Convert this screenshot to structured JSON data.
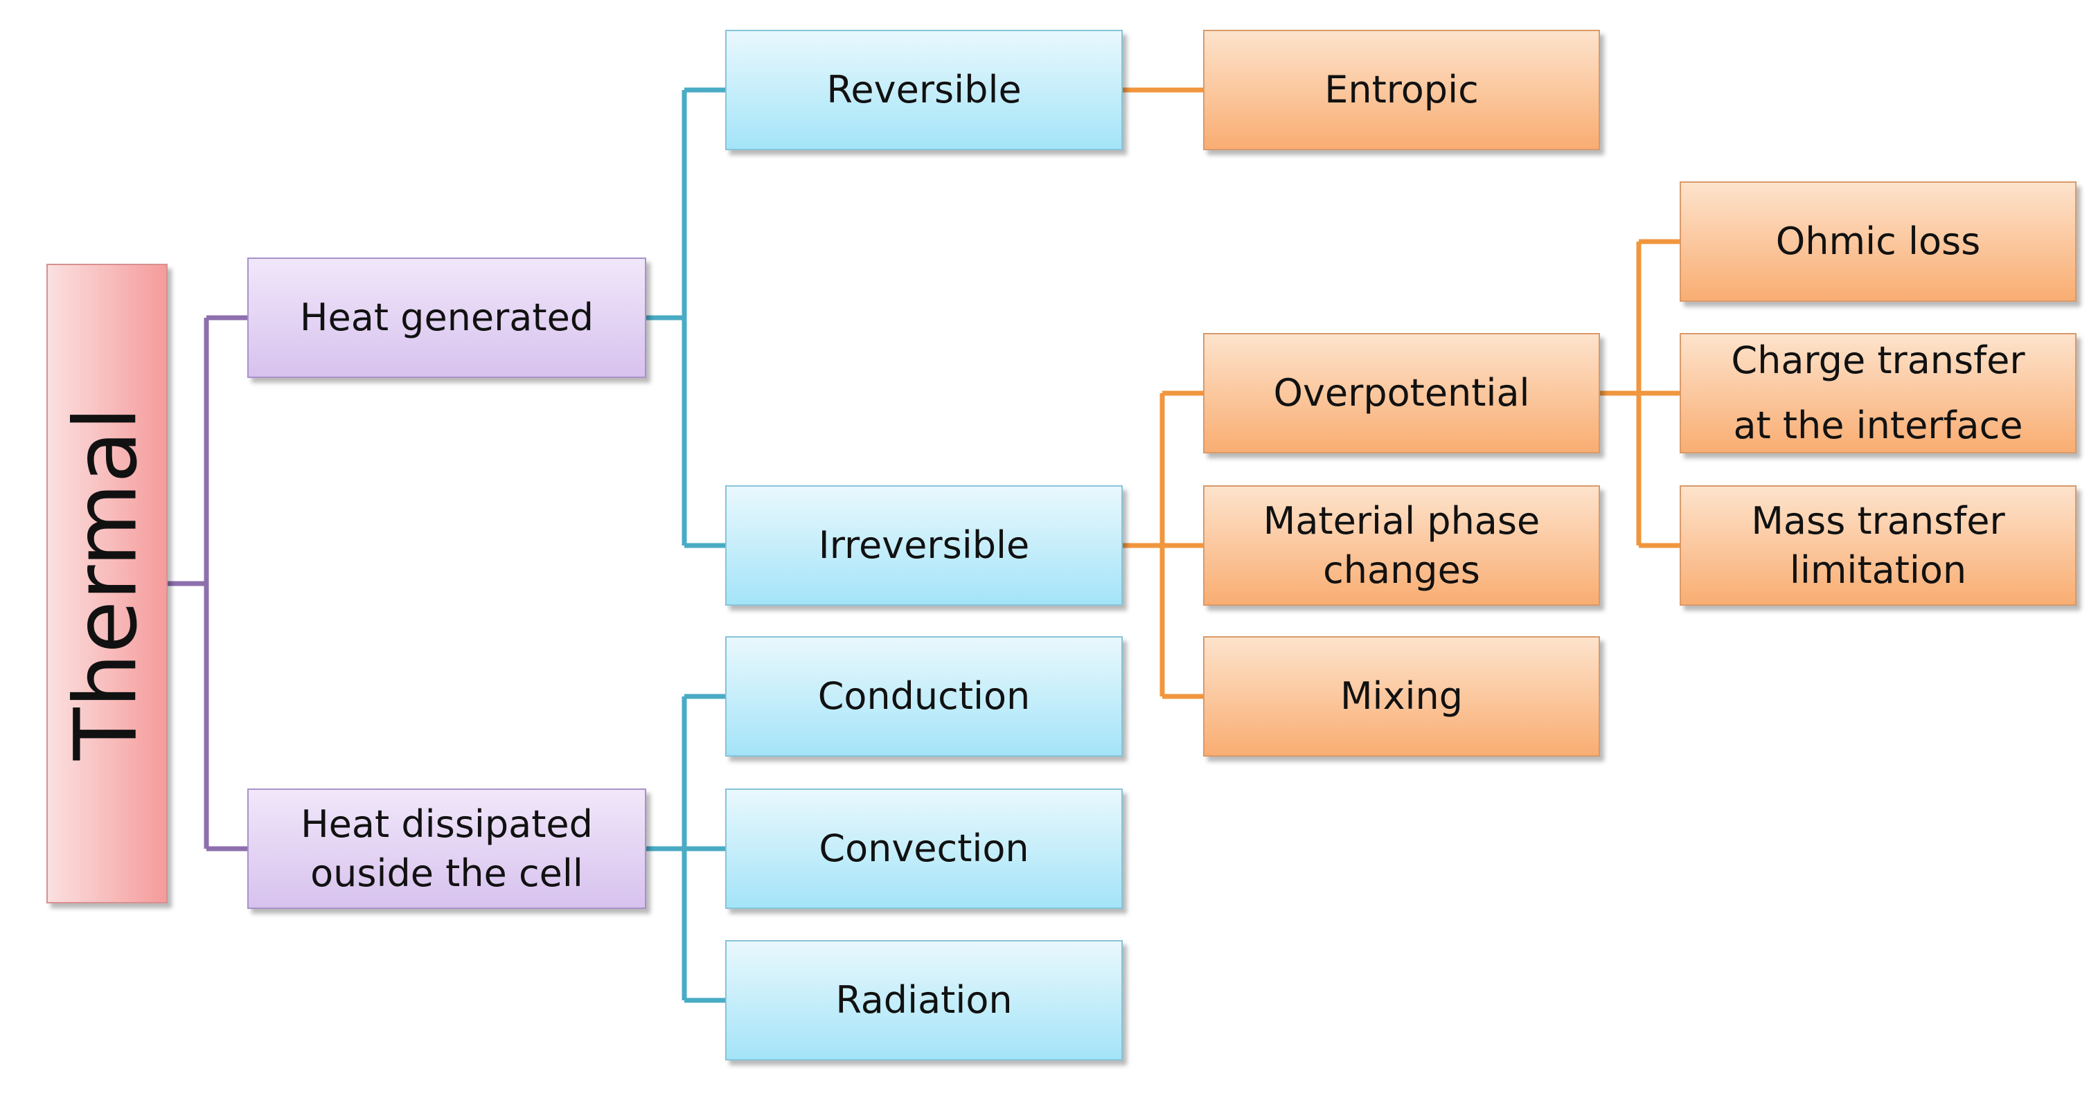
{
  "colors": {
    "purple_line": "#8e6fae",
    "blue_line": "#4aabc4",
    "orange_line": "#f0963e"
  },
  "nodes": {
    "thermal": "Thermal",
    "heat_generated": "Heat  generated",
    "heat_dissipated_line1": "Heat dissipated",
    "heat_dissipated_line2": "ouside the cell",
    "reversible": "Reversible",
    "irreversible": "Irreversible",
    "conduction": "Conduction",
    "convection": "Convection",
    "radiation": "Radiation",
    "entropic": "Entropic",
    "overpotential": "Overpotential",
    "material_phase_line1": "Material phase",
    "material_phase_line2": "changes",
    "mixing": "Mixing",
    "ohmic_loss": "Ohmic loss",
    "charge_transfer_line1": "Charge transfer",
    "charge_transfer_line2": "at the interface",
    "mass_transfer_line1": "Mass transfer",
    "mass_transfer_line2": "limitation"
  }
}
